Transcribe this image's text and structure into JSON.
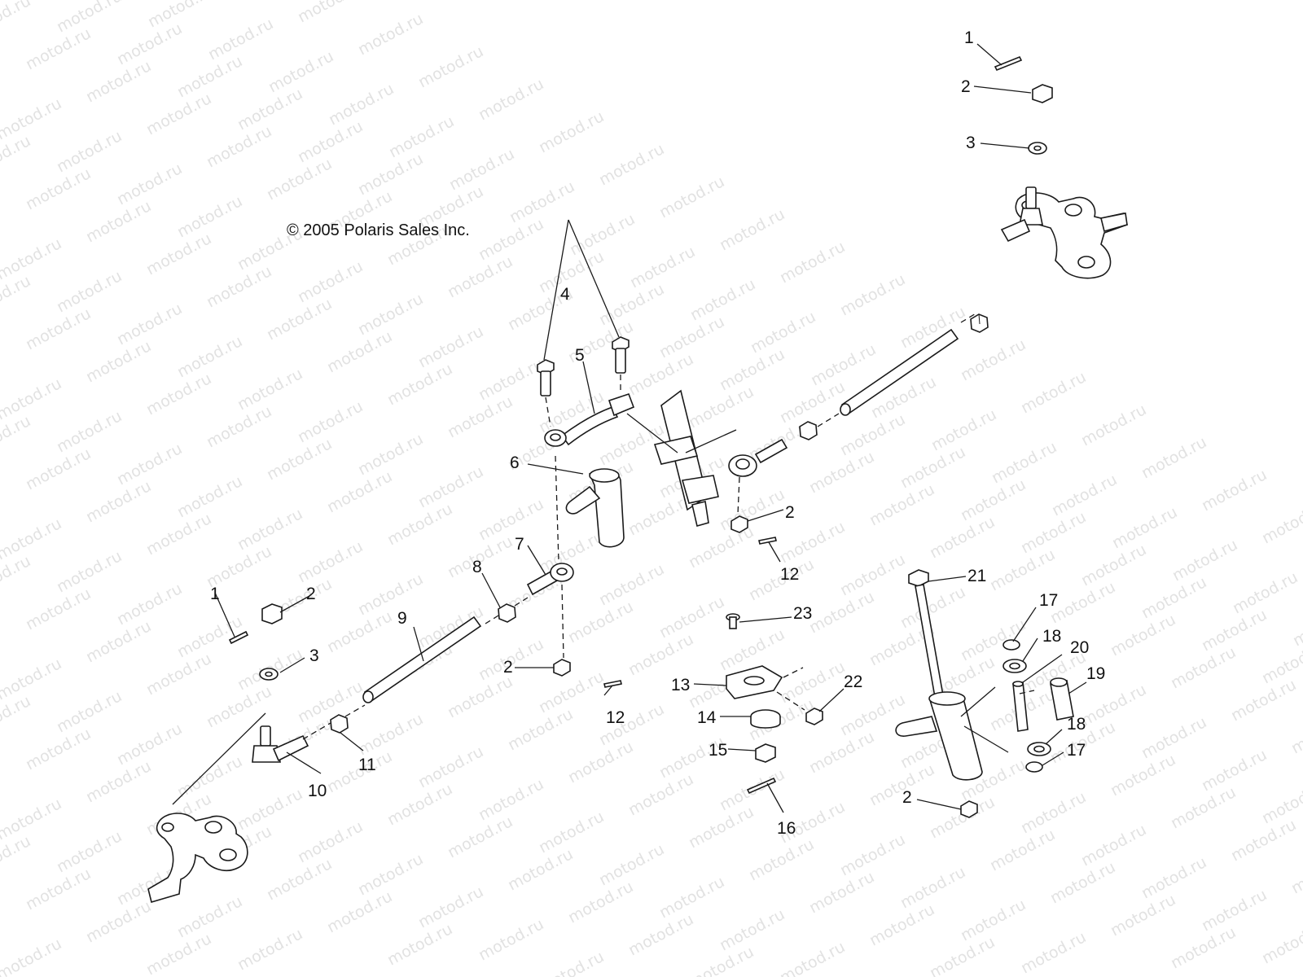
{
  "copyright": "© 2005 Polaris Sales Inc.",
  "watermark_text": "motod.ru",
  "callouts": [
    "1",
    "2",
    "3",
    "4",
    "5",
    "6",
    "7",
    "8",
    "9",
    "10",
    "11",
    "12",
    "13",
    "14",
    "15",
    "16",
    "17",
    "18",
    "19",
    "20",
    "21",
    "22",
    "23"
  ],
  "colors": {
    "line": "#1a1a1a",
    "watermark": "#e2e2e2",
    "background": "#ffffff"
  }
}
